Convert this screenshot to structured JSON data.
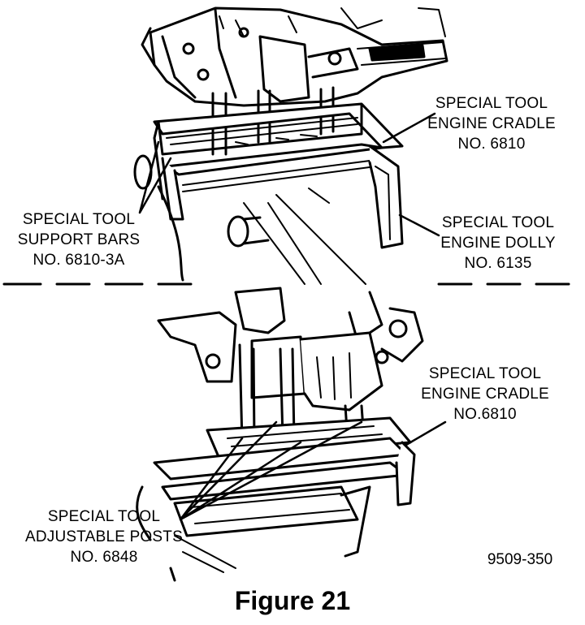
{
  "figure": {
    "caption": "Figure 21",
    "code": "9509-350"
  },
  "top_view": {
    "labels": {
      "cradle": [
        "SPECIAL TOOL",
        "ENGINE CRADLE",
        "NO. 6810"
      ],
      "support_bars": [
        "SPECIAL TOOL",
        "SUPPORT BARS",
        "NO. 6810-3A"
      ],
      "dolly": [
        "SPECIAL TOOL",
        "ENGINE DOLLY",
        "NO. 6135"
      ]
    }
  },
  "bottom_view": {
    "labels": {
      "cradle": [
        "SPECIAL TOOL",
        "ENGINE CRADLE",
        "NO.6810"
      ],
      "posts": [
        "SPECIAL TOOL",
        "ADJUSTABLE POSTS",
        "NO. 6848"
      ]
    }
  },
  "colors": {
    "ink": "#000000",
    "paper": "#ffffff"
  }
}
